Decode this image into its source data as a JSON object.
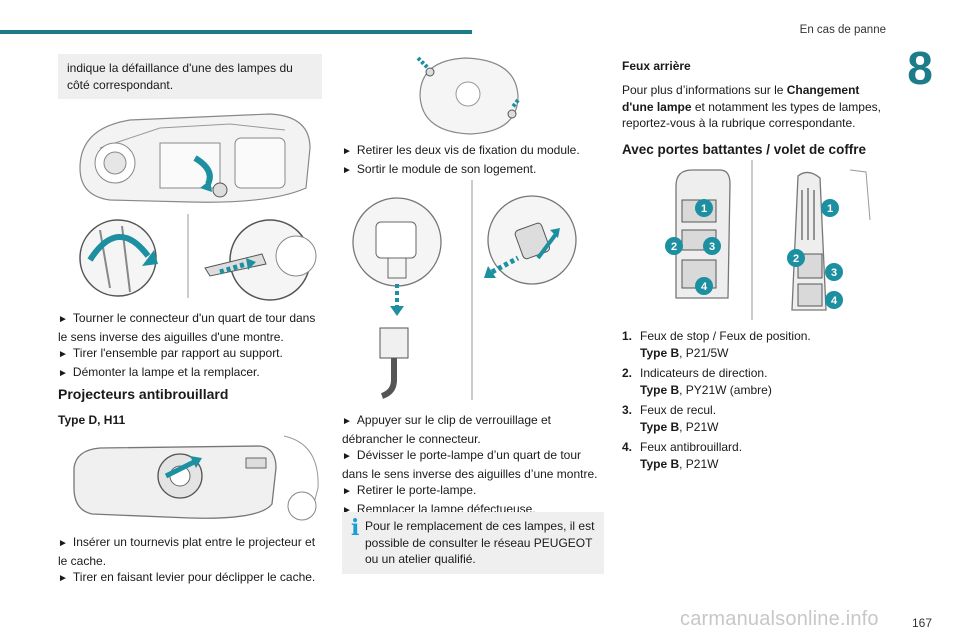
{
  "header": {
    "section_title": "En cas de panne",
    "chapter_number": "8"
  },
  "col1": {
    "note": "indique la défaillance d'une des lampes du côté correspondant.",
    "bullets_a": [
      "Tourner le connecteur d'un quart de tour dans le sens inverse des aiguilles d'une montre.",
      "Tirer l'ensemble par rapport au support.",
      "Démonter la lampe et la remplacer."
    ],
    "fog_heading": "Projecteurs antibrouillard",
    "fog_type": "Type D, H11",
    "bullets_b": [
      "Insérer un tournevis plat entre le projecteur et le cache.",
      "Tirer en faisant levier pour déclipper le cache."
    ]
  },
  "col2": {
    "bullets_a": [
      "Retirer les deux vis de fixation du module.",
      "Sortir le module de son logement."
    ],
    "bullets_b": [
      "Appuyer sur le clip de verrouillage et débrancher le connecteur.",
      "Dévisser le porte-lampe d’un quart de tour dans le sens inverse des aiguilles d’une montre.",
      "Retirer le porte-lampe.",
      "Remplacer la lampe défectueuse."
    ],
    "info_note": "Pour le remplacement de ces lampes, il est possible de consulter le réseau PEUGEOT ou un atelier qualifié."
  },
  "col3": {
    "title": "Feux arrière",
    "intro_pre": "Pour plus d’informations sur le ",
    "intro_bold": "Changement d'une lampe",
    "intro_post": " et notamment les types de lampes, reportez-vous à la rubrique correspondante.",
    "subheading": "Avec portes battantes / volet de coffre",
    "lamps": [
      {
        "num": "1.",
        "name": "Feux de stop / Feux de position.",
        "type_label": "Type B",
        "type_value": ", P21/5W"
      },
      {
        "num": "2.",
        "name": "Indicateurs de direction.",
        "type_label": "Type B",
        "type_value": ", PY21W (ambre)"
      },
      {
        "num": "3.",
        "name": "Feux de recul.",
        "type_label": "Type B",
        "type_value": ", P21W"
      },
      {
        "num": "4.",
        "name": "Feux antibrouillard.",
        "type_label": "Type B",
        "type_value": ", P21W"
      }
    ],
    "callouts": [
      "1",
      "2",
      "3",
      "4"
    ]
  },
  "footer": {
    "page_number": "167",
    "watermark": "carmanualsonline.info"
  },
  "colors": {
    "accent": "#1c7c8a",
    "callout": "#1c8fa0",
    "arrow": "#1c8fa0",
    "info_icon": "#1c9fd6"
  }
}
